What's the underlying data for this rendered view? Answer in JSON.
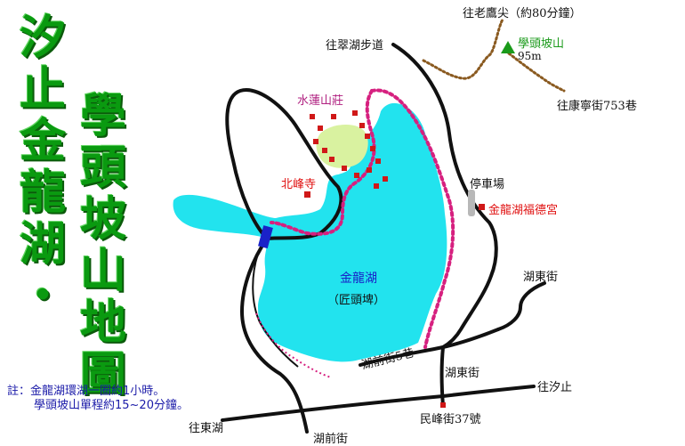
{
  "title": {
    "left_column": [
      "汐",
      "止",
      "金",
      "龍",
      "湖",
      "・"
    ],
    "right_column": [
      "學",
      "頭",
      "坡",
      "山",
      "地",
      "圖"
    ]
  },
  "notes": {
    "line1": "註：金龍湖環湖一圈約1小時。",
    "line2": "學頭坡山單程約15~20分鐘。"
  },
  "labels": {
    "to_laoying": "往老鷹尖（約80分鐘）",
    "peak_name": "學頭坡山",
    "peak_height": "95m",
    "to_cuihu": "往翠湖步道",
    "to_kangning": "往康寧街753巷",
    "shuilian": "水蓮山莊",
    "beifeng_temple": "北峰寺",
    "parking": "停車場",
    "fude_temple": "金龍湖福德宮",
    "lake_name": "金龍湖",
    "lake_alias": "（匠頭埤）",
    "hudong_st_1": "湖東街",
    "hudong_st_2": "湖東街",
    "huqian_lane5": "湖前街5巷",
    "to_xizhi": "往汐止",
    "to_hudong": "往東湖",
    "huqian_st": "湖前街",
    "minfeng": "民峰街37號"
  },
  "colors": {
    "title_green": "#0a9a10",
    "lake": "#22e3ee",
    "trail_dotted": "#d6207f",
    "trail_brown": "#8a5a20",
    "road": "#111111",
    "poi_red": "#e01010",
    "peak_green": "#1a9a1a",
    "note_blue": "#1a1aa8",
    "park_green": "#d9f2a0"
  }
}
